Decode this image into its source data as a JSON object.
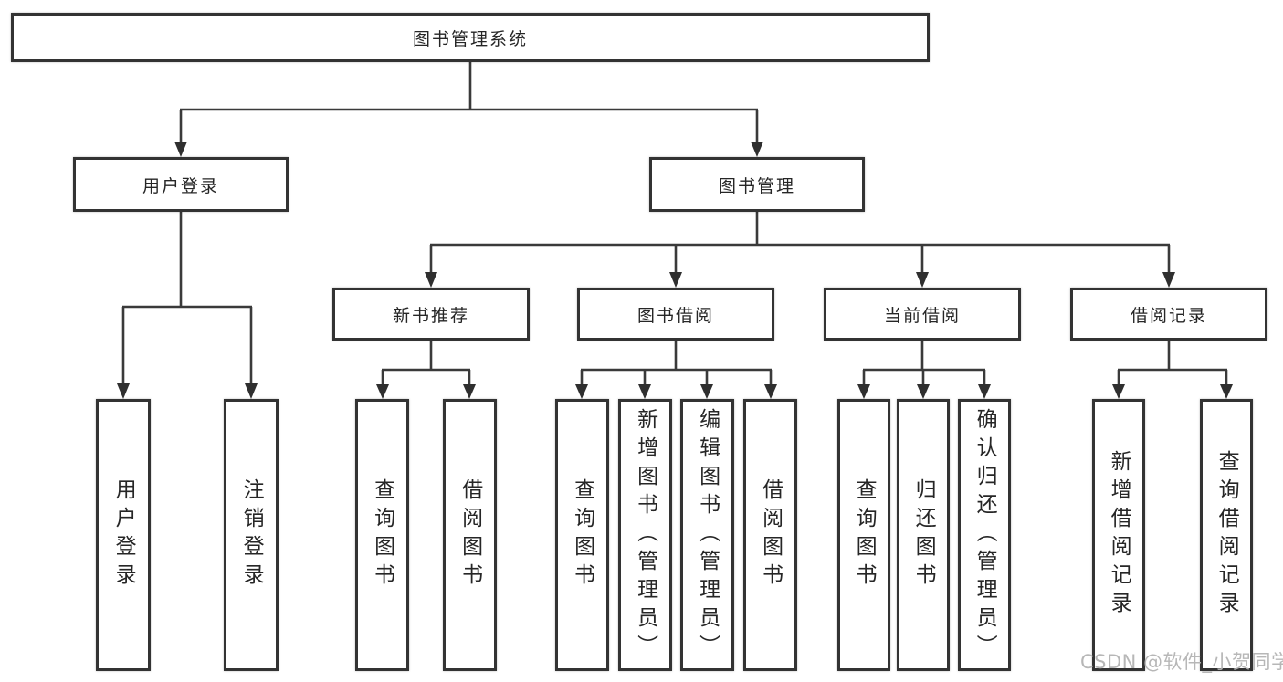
{
  "tree": {
    "root": {
      "label": "图书管理系统"
    },
    "level2": [
      {
        "label": "用户登录"
      },
      {
        "label": "图书管理"
      }
    ],
    "level3": [
      {
        "label": "新书推荐"
      },
      {
        "label": "图书借阅"
      },
      {
        "label": "当前借阅"
      },
      {
        "label": "借阅记录"
      }
    ],
    "leaves": {
      "user_login": [
        {
          "label": "用户登录"
        },
        {
          "label": "注销登录"
        }
      ],
      "new_books": [
        {
          "label": "查询图书"
        },
        {
          "label": "借阅图书"
        }
      ],
      "book_borrow": [
        {
          "label": "查询图书"
        },
        {
          "label": "新增图书（管理员）"
        },
        {
          "label": "编辑图书（管理员）"
        },
        {
          "label": "借阅图书"
        }
      ],
      "current_borrow": [
        {
          "label": "查询图书"
        },
        {
          "label": "归还图书"
        },
        {
          "label": "确认归还（管理员）"
        }
      ],
      "borrow_records": [
        {
          "label": "新增借阅记录"
        },
        {
          "label": "查询借阅记录"
        }
      ]
    }
  },
  "watermark": {
    "text": "CSDN @软件_小贺同学"
  },
  "colors": {
    "box_border": "#333333",
    "line": "#3a3a3a",
    "text": "#262626",
    "background": "#ffffff",
    "watermark": "#b4b4b4"
  }
}
